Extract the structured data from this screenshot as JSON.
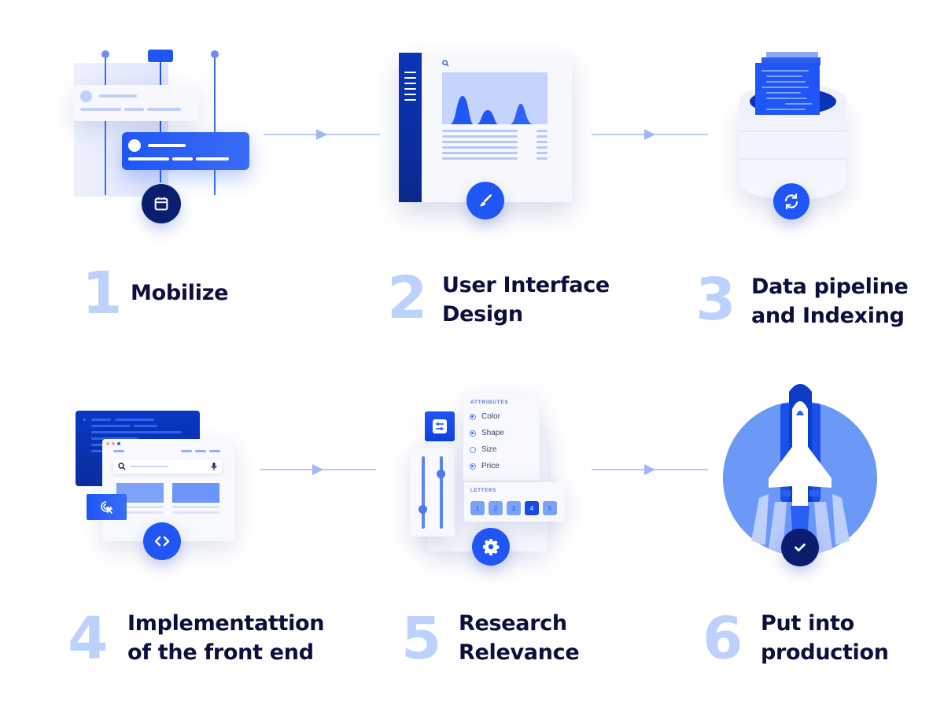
{
  "title": "Project process steps",
  "colors": {
    "primary_blue": "#1f56f5",
    "dark_navy": "#0b1d6e",
    "light_blue": "#bcd2fd",
    "title_text": "#0b0f3d",
    "connector": "#b7cbfa"
  },
  "steps": [
    {
      "number": "1",
      "title_line1": "Mobilize",
      "title_line2": "",
      "badge_icon": "calendar-icon"
    },
    {
      "number": "2",
      "title_line1": "User Interface",
      "title_line2": "Design",
      "badge_icon": "paintbrush-icon"
    },
    {
      "number": "3",
      "title_line1": "Data pipeline",
      "title_line2": "and Indexing",
      "badge_icon": "refresh-icon"
    },
    {
      "number": "4",
      "title_line1": "Implementattion",
      "title_line2": "of the front end",
      "badge_icon": "code-icon"
    },
    {
      "number": "5",
      "title_line1": "Research",
      "title_line2": "Relevance",
      "badge_icon": "gear-icon",
      "panel": {
        "attributes_heading": "ATTRIBUTES",
        "attributes": [
          {
            "label": "Color",
            "checked": true
          },
          {
            "label": "Shape",
            "checked": true
          },
          {
            "label": "Size",
            "checked": false
          },
          {
            "label": "Price",
            "checked": true
          }
        ],
        "letters_heading": "LETTERS",
        "letters": [
          "1",
          "2",
          "3",
          "4",
          "5"
        ],
        "active_letter": "4"
      }
    },
    {
      "number": "6",
      "title_line1": "Put into",
      "title_line2": "production",
      "badge_icon": "checkmark-icon"
    }
  ]
}
